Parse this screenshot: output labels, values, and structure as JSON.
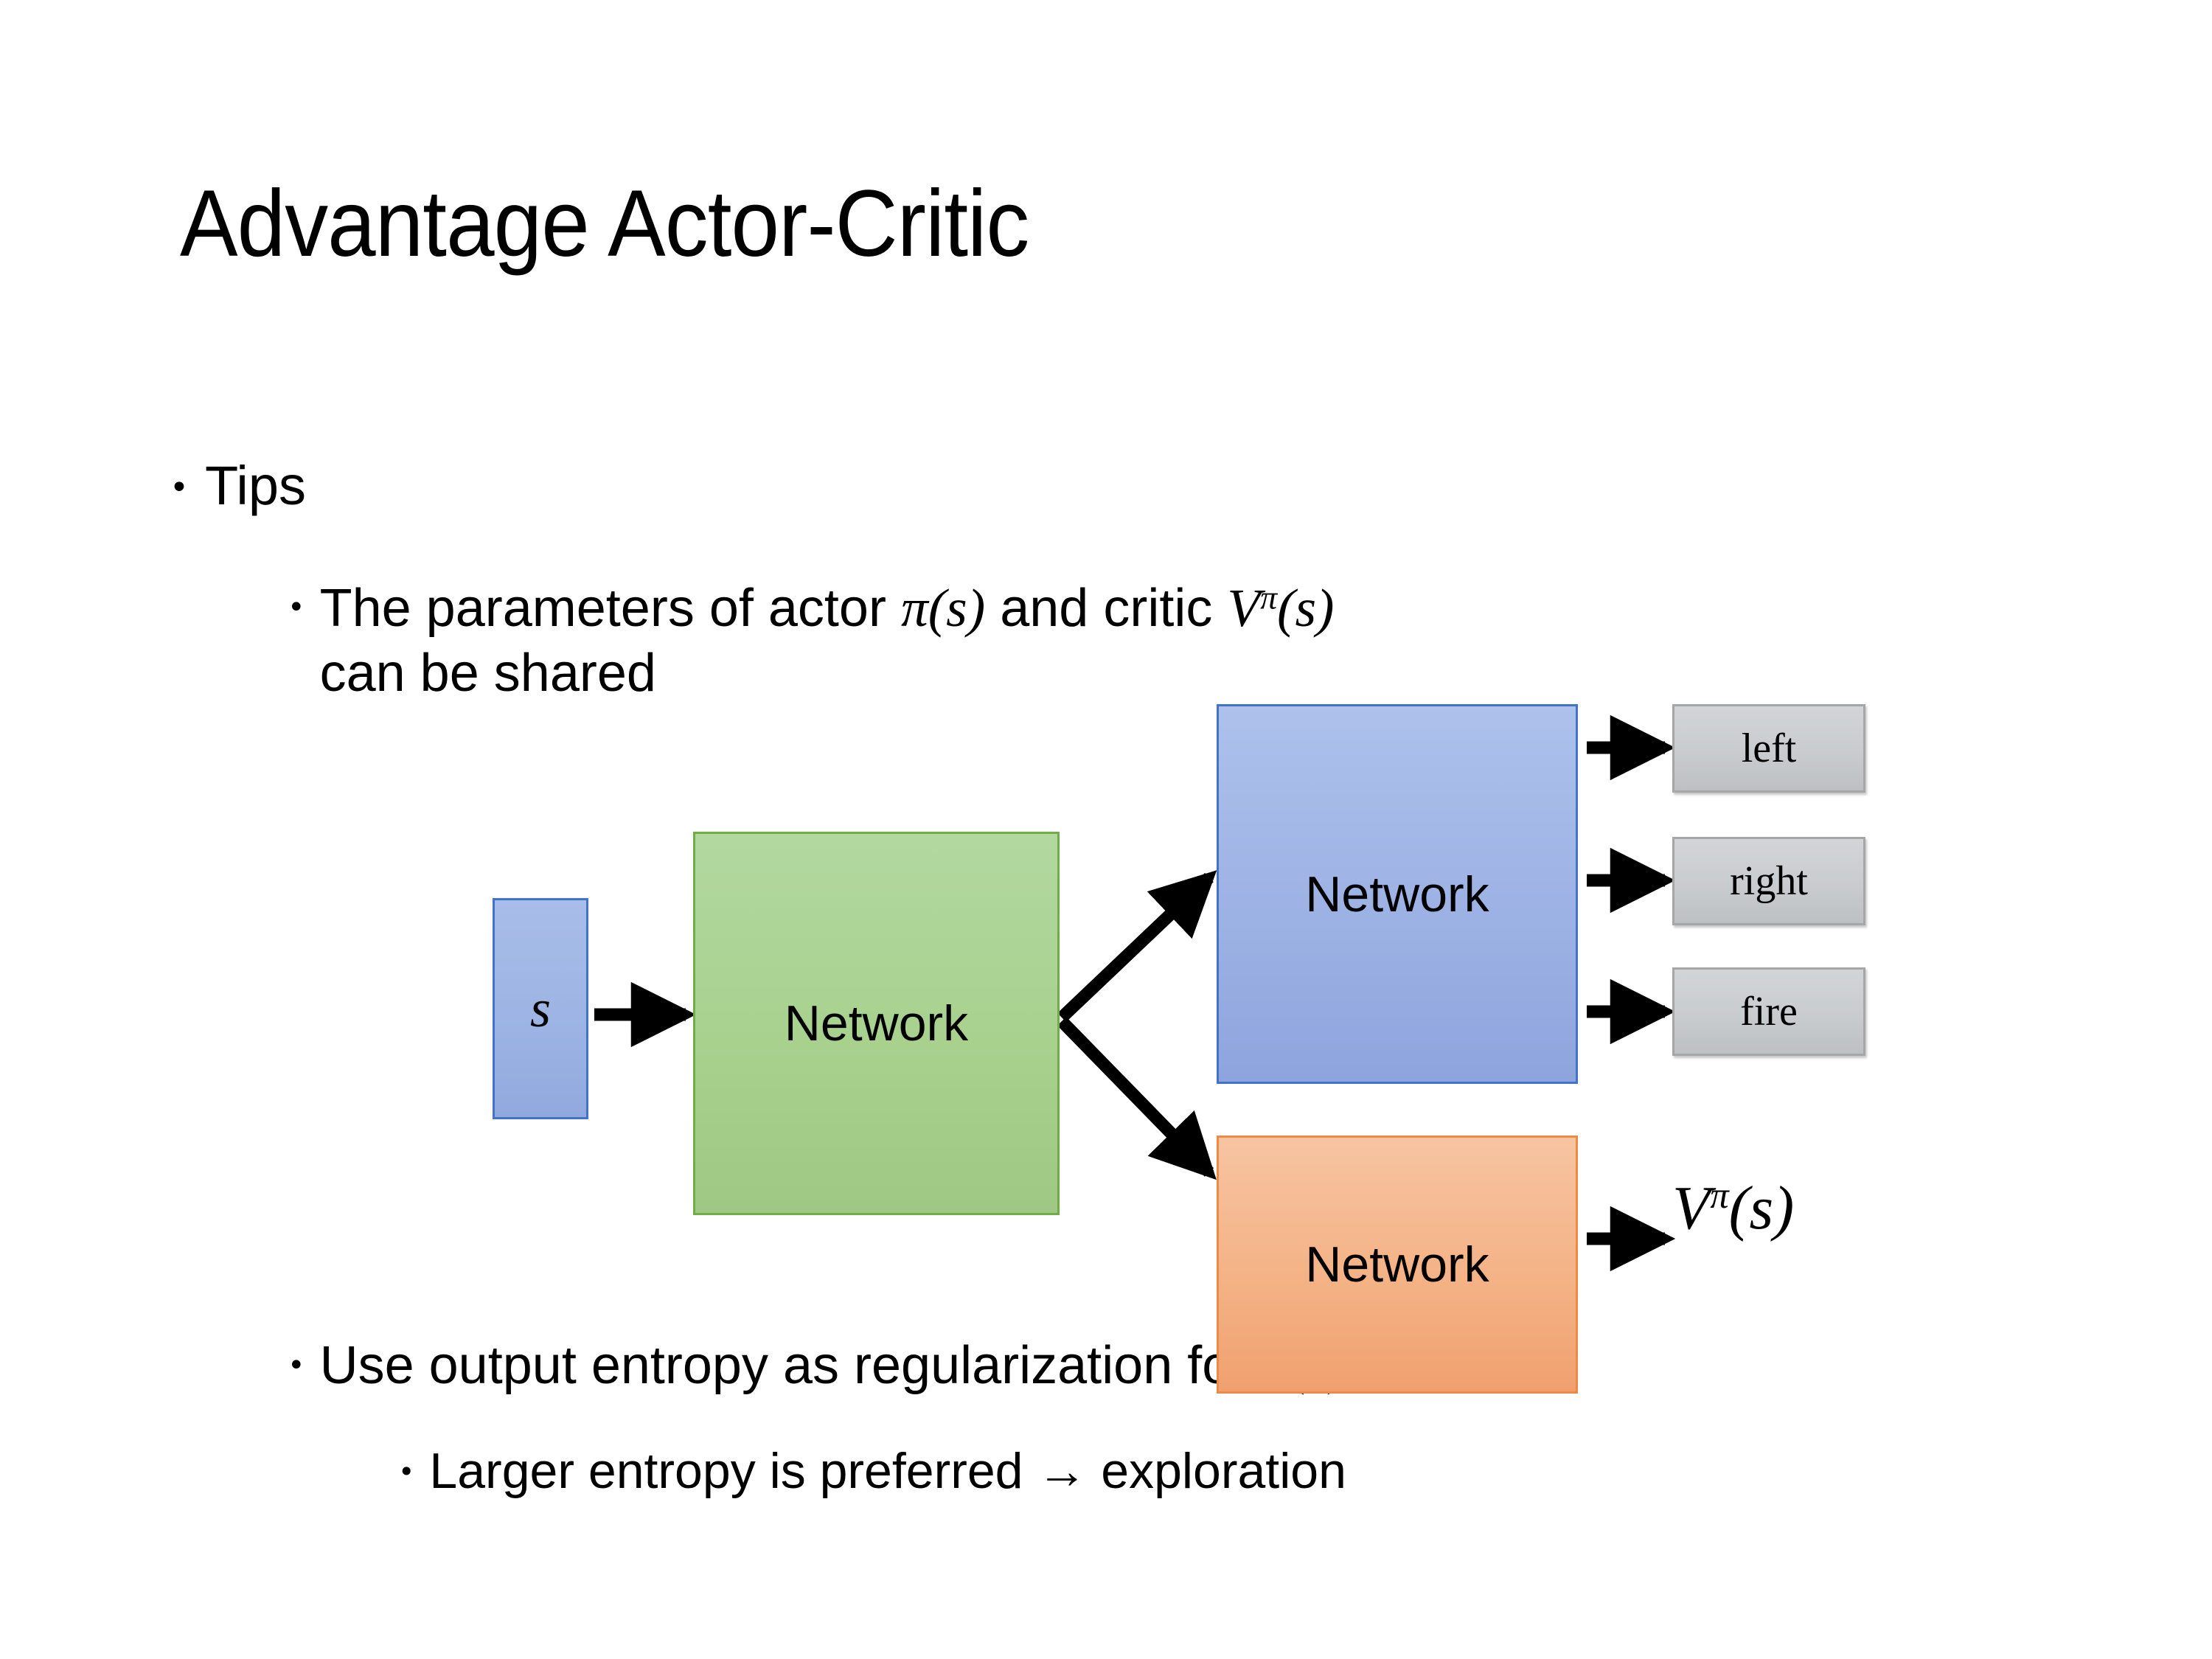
{
  "slide": {
    "title": "Advantage Actor-Critic",
    "background": "#ffffff"
  },
  "bullets": {
    "tips": {
      "marker": "•",
      "text": "Tips"
    },
    "parameters": {
      "marker": "•",
      "text_before_actor": "The parameters of actor ",
      "actor_math": "π(s)",
      "text_middle": "  and critic ",
      "critic_math_base": "V",
      "critic_math_sup": "π",
      "critic_math_arg": "(s)",
      "line2": "can be shared"
    },
    "entropy": {
      "marker": "•",
      "text_before": "Use output entropy as regularization for ",
      "math": "π(s)"
    },
    "larger": {
      "marker": "•",
      "text": "Larger entropy is preferred → exploration"
    }
  },
  "diagram": {
    "state_node": {
      "label": "s",
      "fill": "#9db4e4",
      "border": "#4472c4"
    },
    "shared_network": {
      "label": "Network",
      "fill": "#a8d18e",
      "border": "#70ad47"
    },
    "actor_network": {
      "label": "Network",
      "fill": "#9db2e4",
      "border": "#4472c4"
    },
    "critic_network": {
      "label": "Network",
      "fill": "#f4b183",
      "border": "#ed8b45"
    },
    "actions": [
      {
        "label": "left",
        "fill": "#c9ccce",
        "border": "#a6a6a6"
      },
      {
        "label": "right",
        "fill": "#c9ccce",
        "border": "#a6a6a6"
      },
      {
        "label": "fire",
        "fill": "#c9ccce",
        "border": "#a6a6a6"
      }
    ],
    "critic_output": {
      "base": "V",
      "sup": "π",
      "arg": "(s)"
    },
    "arrows": [
      {
        "name": "state-to-shared",
        "from": "state_node",
        "to": "shared_network"
      },
      {
        "name": "shared-to-actor",
        "from": "shared_network",
        "to": "actor_network"
      },
      {
        "name": "shared-to-critic",
        "from": "shared_network",
        "to": "critic_network"
      },
      {
        "name": "actor-to-left",
        "from": "actor_network",
        "to": "left"
      },
      {
        "name": "actor-to-right",
        "from": "actor_network",
        "to": "right"
      },
      {
        "name": "actor-to-fire",
        "from": "actor_network",
        "to": "fire"
      },
      {
        "name": "critic-to-value",
        "from": "critic_network",
        "to": "critic_output"
      }
    ],
    "arrow_color": "#000000"
  }
}
